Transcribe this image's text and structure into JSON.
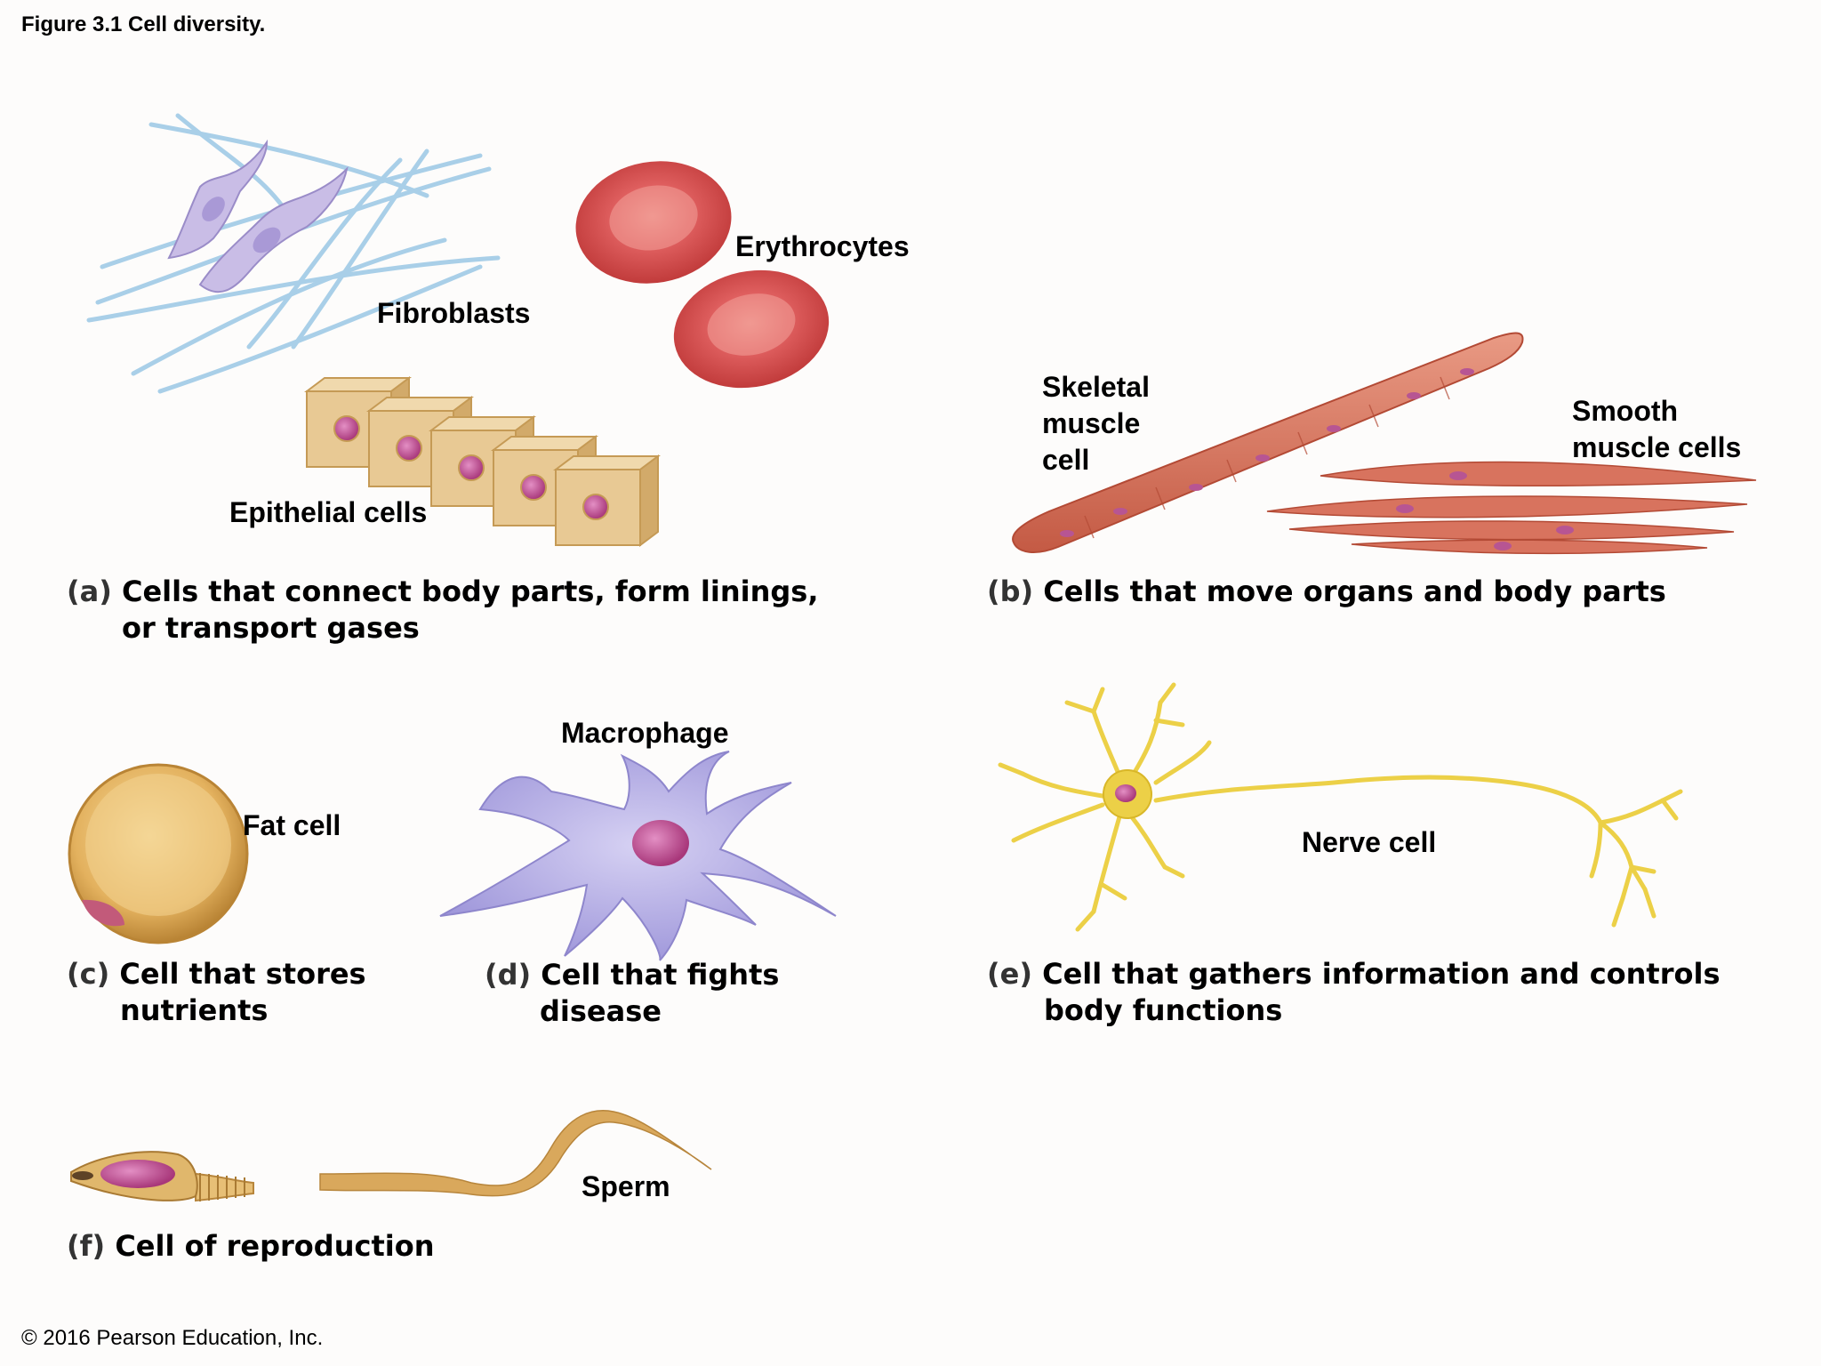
{
  "figure_title": "Figure 3.1 Cell diversity.",
  "labels": {
    "fibroblasts": "Fibroblasts",
    "erythrocytes": "Erythrocytes",
    "epithelial": "Epithelial cells",
    "skeletal_1": "Skeletal",
    "skeletal_2": "muscle",
    "skeletal_3": "cell",
    "smooth_1": "Smooth",
    "smooth_2": "muscle cells",
    "macrophage": "Macrophage",
    "fat_cell": "Fat cell",
    "nerve_cell": "Nerve cell",
    "sperm": "Sperm"
  },
  "captions": {
    "a": {
      "letter": "(a)",
      "line1": "Cells that connect body parts, form linings,",
      "line2": "or transport gases"
    },
    "b": {
      "letter": "(b)",
      "line1": "Cells that move organs and body parts"
    },
    "c": {
      "letter": "(c)",
      "line1": "Cell that stores",
      "line2": "nutrients"
    },
    "d": {
      "letter": "(d)",
      "line1": "Cell that fights",
      "line2": "disease"
    },
    "e": {
      "letter": "(e)",
      "line1": "Cell that gathers information and controls",
      "line2": "body functions"
    },
    "f": {
      "letter": "(f)",
      "line1": "Cell of reproduction"
    }
  },
  "copyright": "© 2016 Pearson Education, Inc.",
  "colors": {
    "fibroblast": "#c9bde6",
    "fiber": "#a9cfe8",
    "erythrocyte": "#d94d4d",
    "epithelial": "#e8c994",
    "nucleus": "#c9559a",
    "muscle": "#d8735e",
    "fat": "#e3b15e",
    "macrophage": "#b4aee6",
    "nerve": "#ecd047",
    "sperm": "#d9a85c"
  }
}
